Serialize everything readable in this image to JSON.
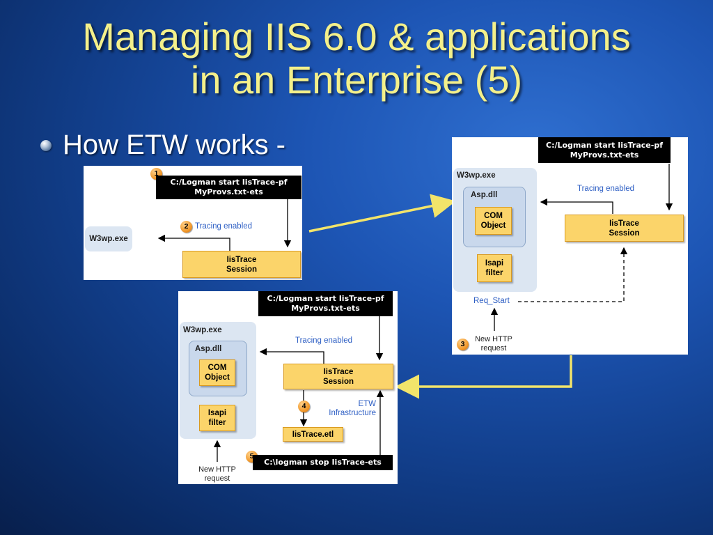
{
  "slide": {
    "title_line1": "Managing IIS 6.0 & applications",
    "title_line2": "in an Enterprise (5)",
    "bullet": "How ETW works -"
  },
  "panel1": {
    "step1": "1",
    "logman_start": "C:/Logman start IisTrace-pf MyProvs.txt-ets",
    "step2": "2",
    "tracing_enabled": "Tracing enabled",
    "w3wp": "W3wp.exe",
    "iistrace_session": "IisTrace Session"
  },
  "panel2": {
    "logman_start": "C:/Logman start IisTrace-pf MyProvs.txt-ets",
    "w3wp": "W3wp.exe",
    "asp_dll": "Asp.dll",
    "com_object": "COM Object",
    "isapi_filter": "Isapi filter",
    "tracing_enabled": "Tracing enabled",
    "iistrace_session": "IisTrace Session",
    "req_start": "Req_Start",
    "step3": "3",
    "new_http_request": "New HTTP request"
  },
  "panel3": {
    "logman_start": "C:/Logman start IisTrace-pf MyProvs.txt-ets",
    "w3wp": "W3wp.exe",
    "asp_dll": "Asp.dll",
    "com_object": "COM Object",
    "isapi_filter": "Isapi filter",
    "tracing_enabled": "Tracing enabled",
    "iistrace_session": "IisTrace Session",
    "step4": "4",
    "etw_infrastructure": "ETW Infrastructure",
    "iistrace_etl": "IisTrace.etl",
    "step5": "5",
    "logman_stop": "C:\\logman stop IisTrace-ets",
    "new_http_request": "New HTTP request"
  },
  "colors": {
    "title": "#f4f08a",
    "connector": "#f2e46a",
    "session_fill": "#fbd46a",
    "link_blue": "#2e5fc4"
  }
}
